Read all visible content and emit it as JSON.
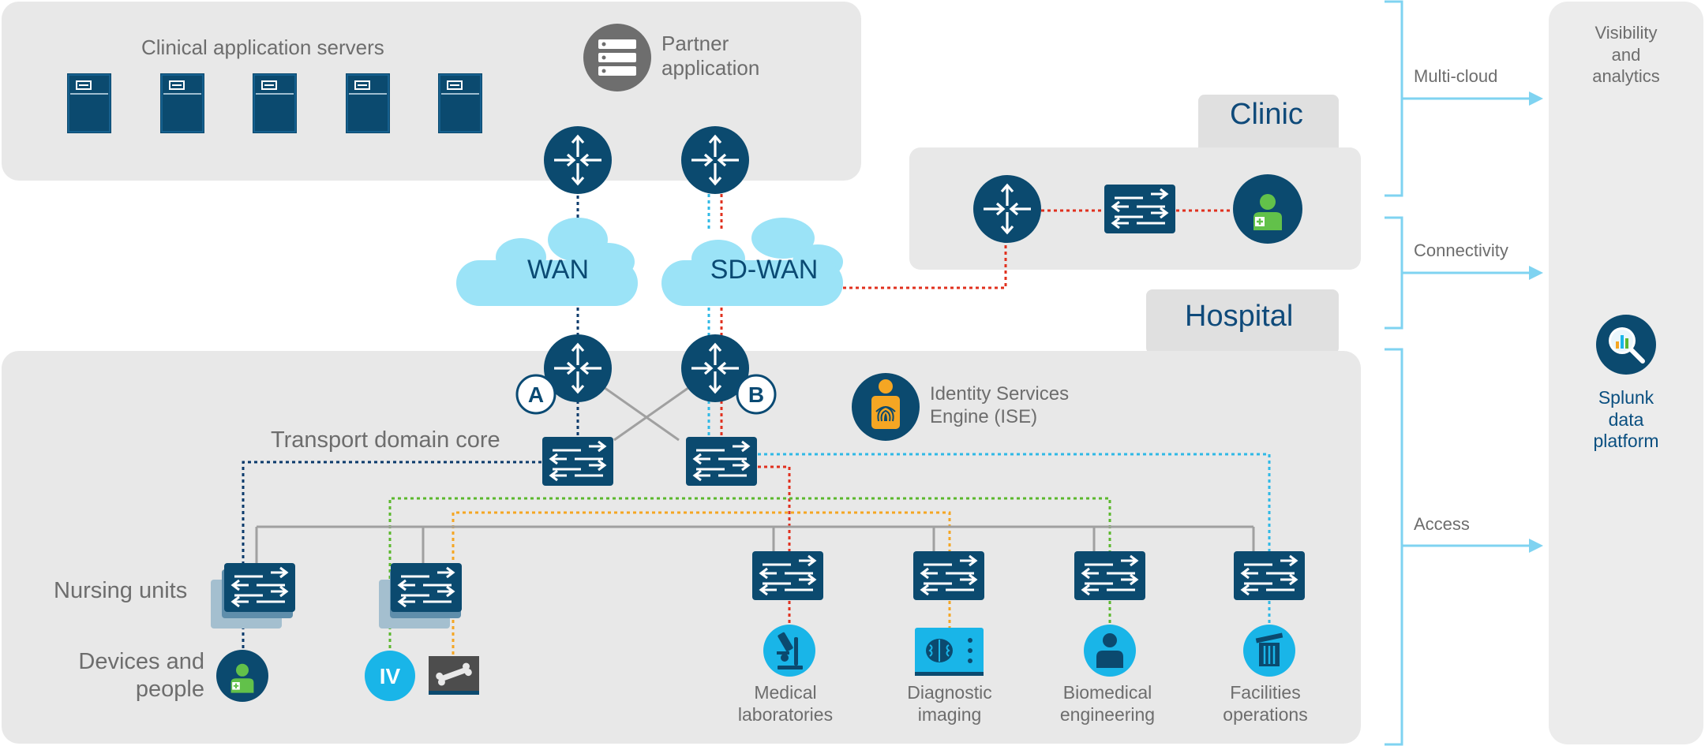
{
  "zones": {
    "data_center": {
      "title": "Clinical application servers",
      "partner": "Partner\napplication"
    },
    "clinic": {
      "title": "Clinic"
    },
    "hospital": {
      "title": "Hospital",
      "core_label": "Transport domain core"
    }
  },
  "clouds": {
    "wan": "WAN",
    "sdwan": "SD-WAN"
  },
  "markers": {
    "a": "A",
    "b": "B"
  },
  "ise": "Identity Services\nEngine (ISE)",
  "layers": {
    "multicloud": "Multi-cloud",
    "connectivity": "Connectivity",
    "access": "Access"
  },
  "analytics": {
    "title": "Visibility and\nanalytics",
    "platform": "Splunk\ndata platform"
  },
  "access_groups": {
    "nursing": "Nursing units",
    "devices": "Devices and\npeople",
    "iv": "IV",
    "labs": "Medical\nlaboratories",
    "imaging": "Diagnostic\nimaging",
    "biomed": "Biomedical\nengineering",
    "facilities": "Facilities\noperations"
  },
  "colors": {
    "node": "#0b4a6f",
    "cloud": "#9be3f7",
    "panel": "#e8e8e8",
    "link_navy": "#0b3a6b",
    "link_blue": "#2fb9e6",
    "link_red": "#e0301e",
    "link_green": "#5cb82e",
    "link_orange": "#f5a623",
    "link_gray": "#a0a0a0"
  }
}
